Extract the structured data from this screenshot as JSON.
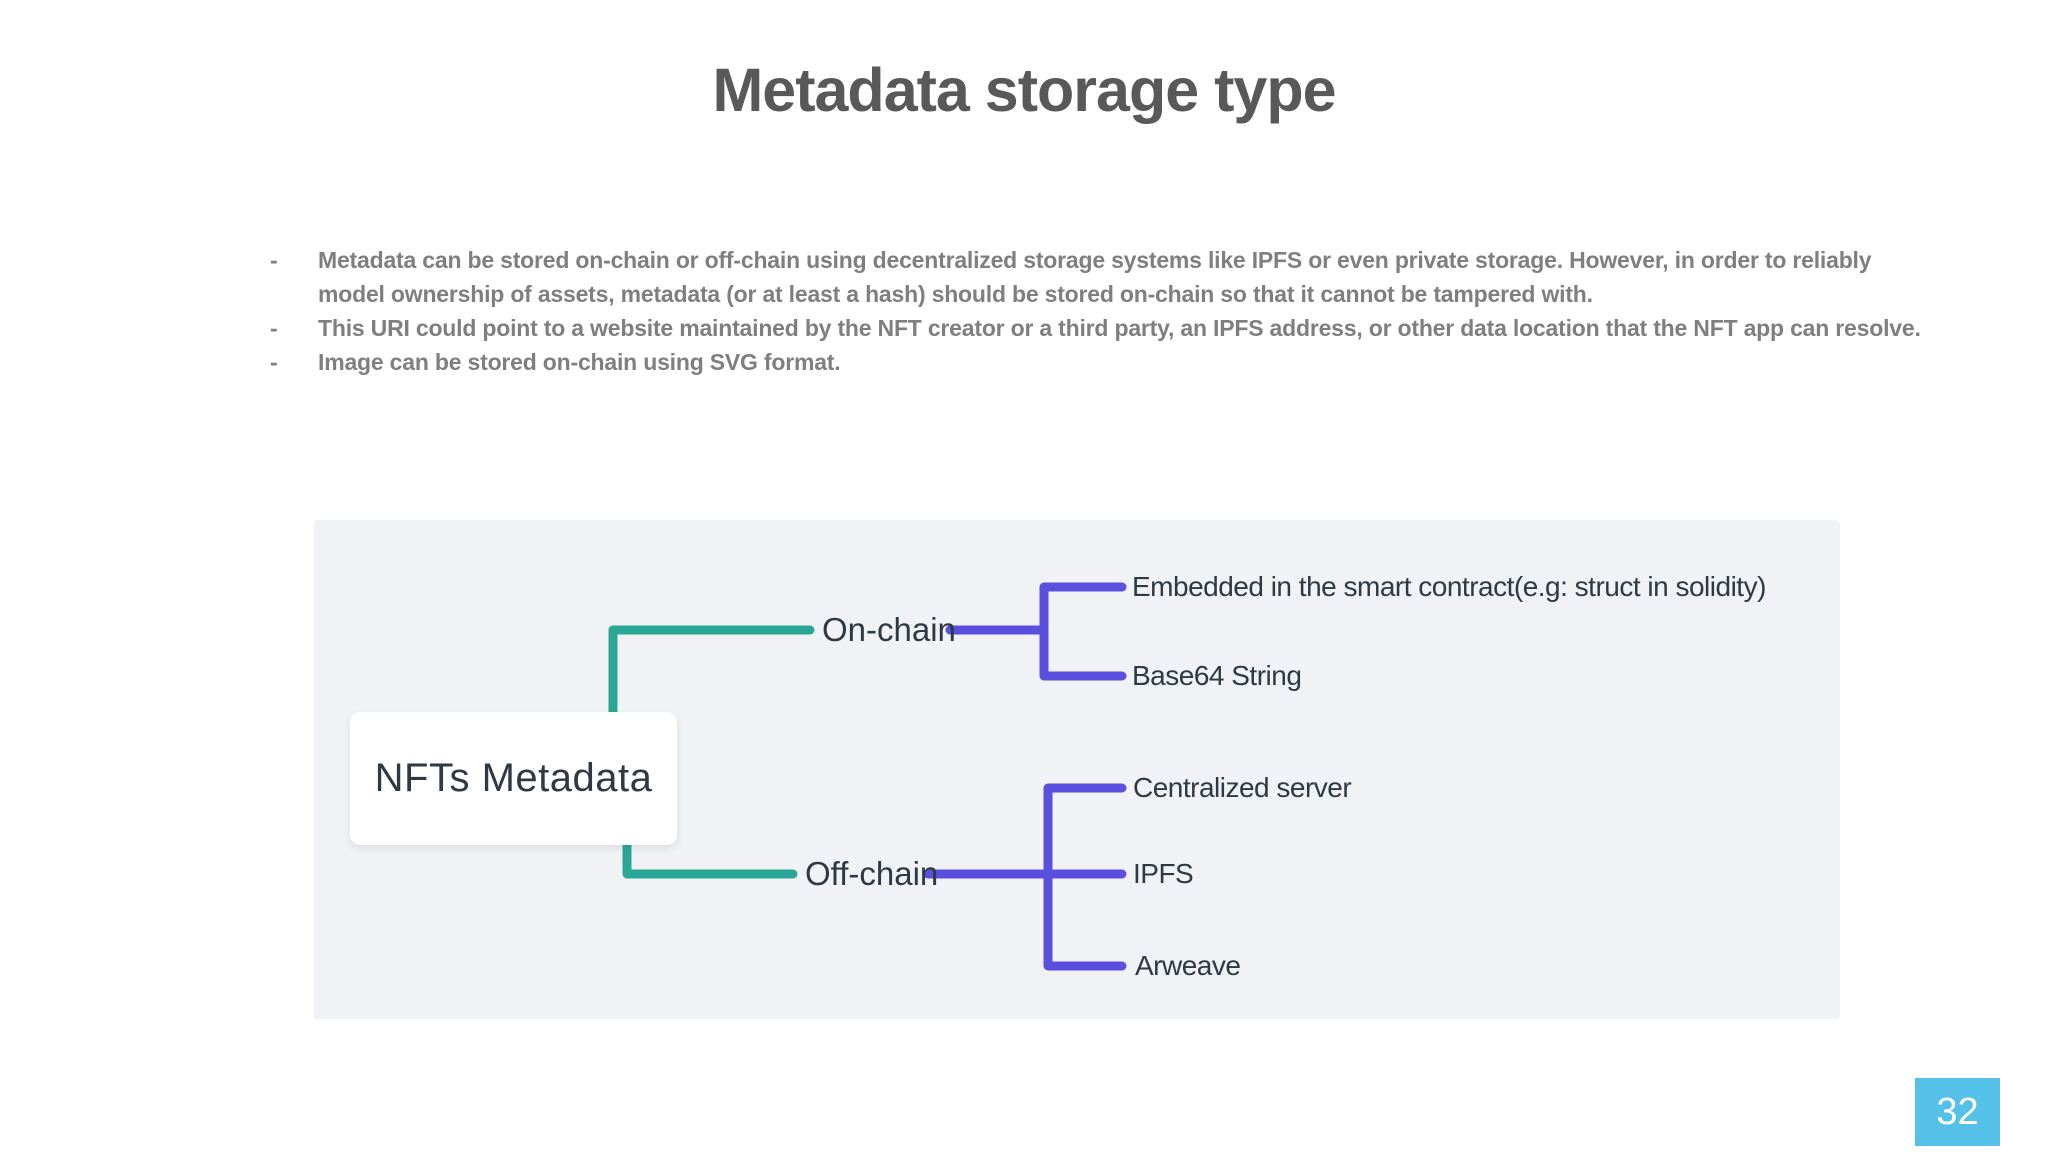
{
  "slide": {
    "title": "Metadata storage type",
    "page_number": "32"
  },
  "bullets": [
    {
      "marker": "-",
      "text": "Metadata can be stored on-chain or off-chain using decentralized storage systems like IPFS or even private storage. However, in order to reliably model ownership of assets, metadata (or at least a hash) should be stored on-chain so that it cannot be tampered with."
    },
    {
      "marker": "-",
      "text": "This URI could point to a website maintained by the NFT creator or a third party, an IPFS address, or other data location that the NFT app can resolve."
    },
    {
      "marker": "-",
      "text": "Image can be stored on-chain using SVG format."
    }
  ],
  "diagram": {
    "root": "NFTs Metadata",
    "branches": [
      {
        "label": "On-chain",
        "children": [
          "Embedded in the smart contract(e.g: struct in solidity)",
          "Base64 String"
        ]
      },
      {
        "label": "Off-chain",
        "children": [
          "Centralized server",
          "IPFS",
          "Arweave"
        ]
      }
    ]
  },
  "colors": {
    "teal": "#2aa795",
    "purple": "#5b4fe0",
    "panel-bg": "#f0f2f5",
    "title-gray": "#595959",
    "body-gray": "#7f7f7f",
    "label-dark": "#2f3943",
    "badge-blue": "#55c0e8"
  }
}
